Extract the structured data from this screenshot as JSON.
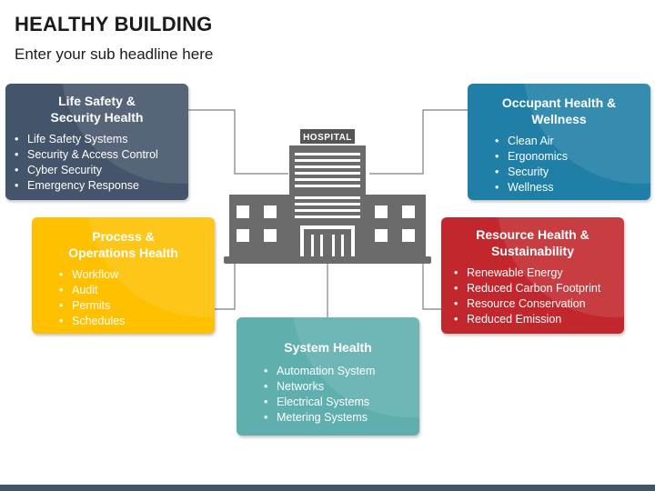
{
  "title": "HEALTHY BUILDING",
  "subtitle": "Enter your sub headline here",
  "building": {
    "sign": "HOSPITAL",
    "icon": "hospital-building-icon"
  },
  "colors": {
    "life": "#44546a",
    "process": "#ffc000",
    "occupant": "#1f7fa6",
    "resource": "#c1272d",
    "system": "#5fafae"
  },
  "cards": {
    "life": {
      "title": "Life Safety &\nSecurity Health",
      "items": [
        "Life Safety Systems",
        "Security & Access Control",
        "Cyber Security",
        "Emergency Response"
      ]
    },
    "process": {
      "title": "Process &\nOperations Health",
      "items": [
        "Workflow",
        "Audit",
        "Permits",
        "Schedules"
      ]
    },
    "occupant": {
      "title": "Occupant Health &\nWellness",
      "items": [
        "Clean Air",
        "Ergonomics",
        "Security",
        "Wellness"
      ]
    },
    "resource": {
      "title": "Resource Health &\nSustainability",
      "items": [
        "Renewable Energy",
        "Reduced Carbon Footprint",
        "Resource Conservation",
        "Reduced Emission"
      ]
    },
    "system": {
      "title": "System Health",
      "items": [
        "Automation System",
        "Networks",
        "Electrical Systems",
        "Metering Systems"
      ]
    }
  }
}
